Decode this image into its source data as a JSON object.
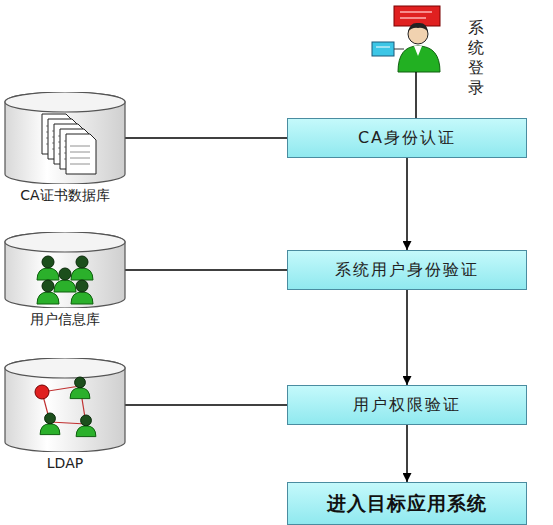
{
  "diagram": {
    "nodes": [
      {
        "text": [
          "CA证书数据库"
        ]
      },
      {
        "text": [
          "CA身份认证"
        ]
      },
      {
        "text": [
          "用户信息库"
        ]
      },
      {
        "text": [
          "系统用户身份验证"
        ]
      },
      {
        "text": [
          "LDAP"
        ]
      },
      {
        "text": [
          "用户权限验证"
        ]
      },
      {
        "text": [
          "进入目标应用系统"
        ]
      }
    ],
    "edges": [
      {
        "from": 1,
        "to": 3,
        "arrow": "to"
      },
      {
        "from": 3,
        "to": 5,
        "arrow": "to"
      },
      {
        "from": 5,
        "to": 6,
        "arrow": "to"
      },
      {
        "from": 0,
        "to": 1,
        "arrow": "none"
      },
      {
        "from": 2,
        "to": 3,
        "arrow": "none"
      },
      {
        "from": 4,
        "to": 5,
        "arrow": "none"
      }
    ],
    "labels": [
      "系统登录"
    ]
  }
}
